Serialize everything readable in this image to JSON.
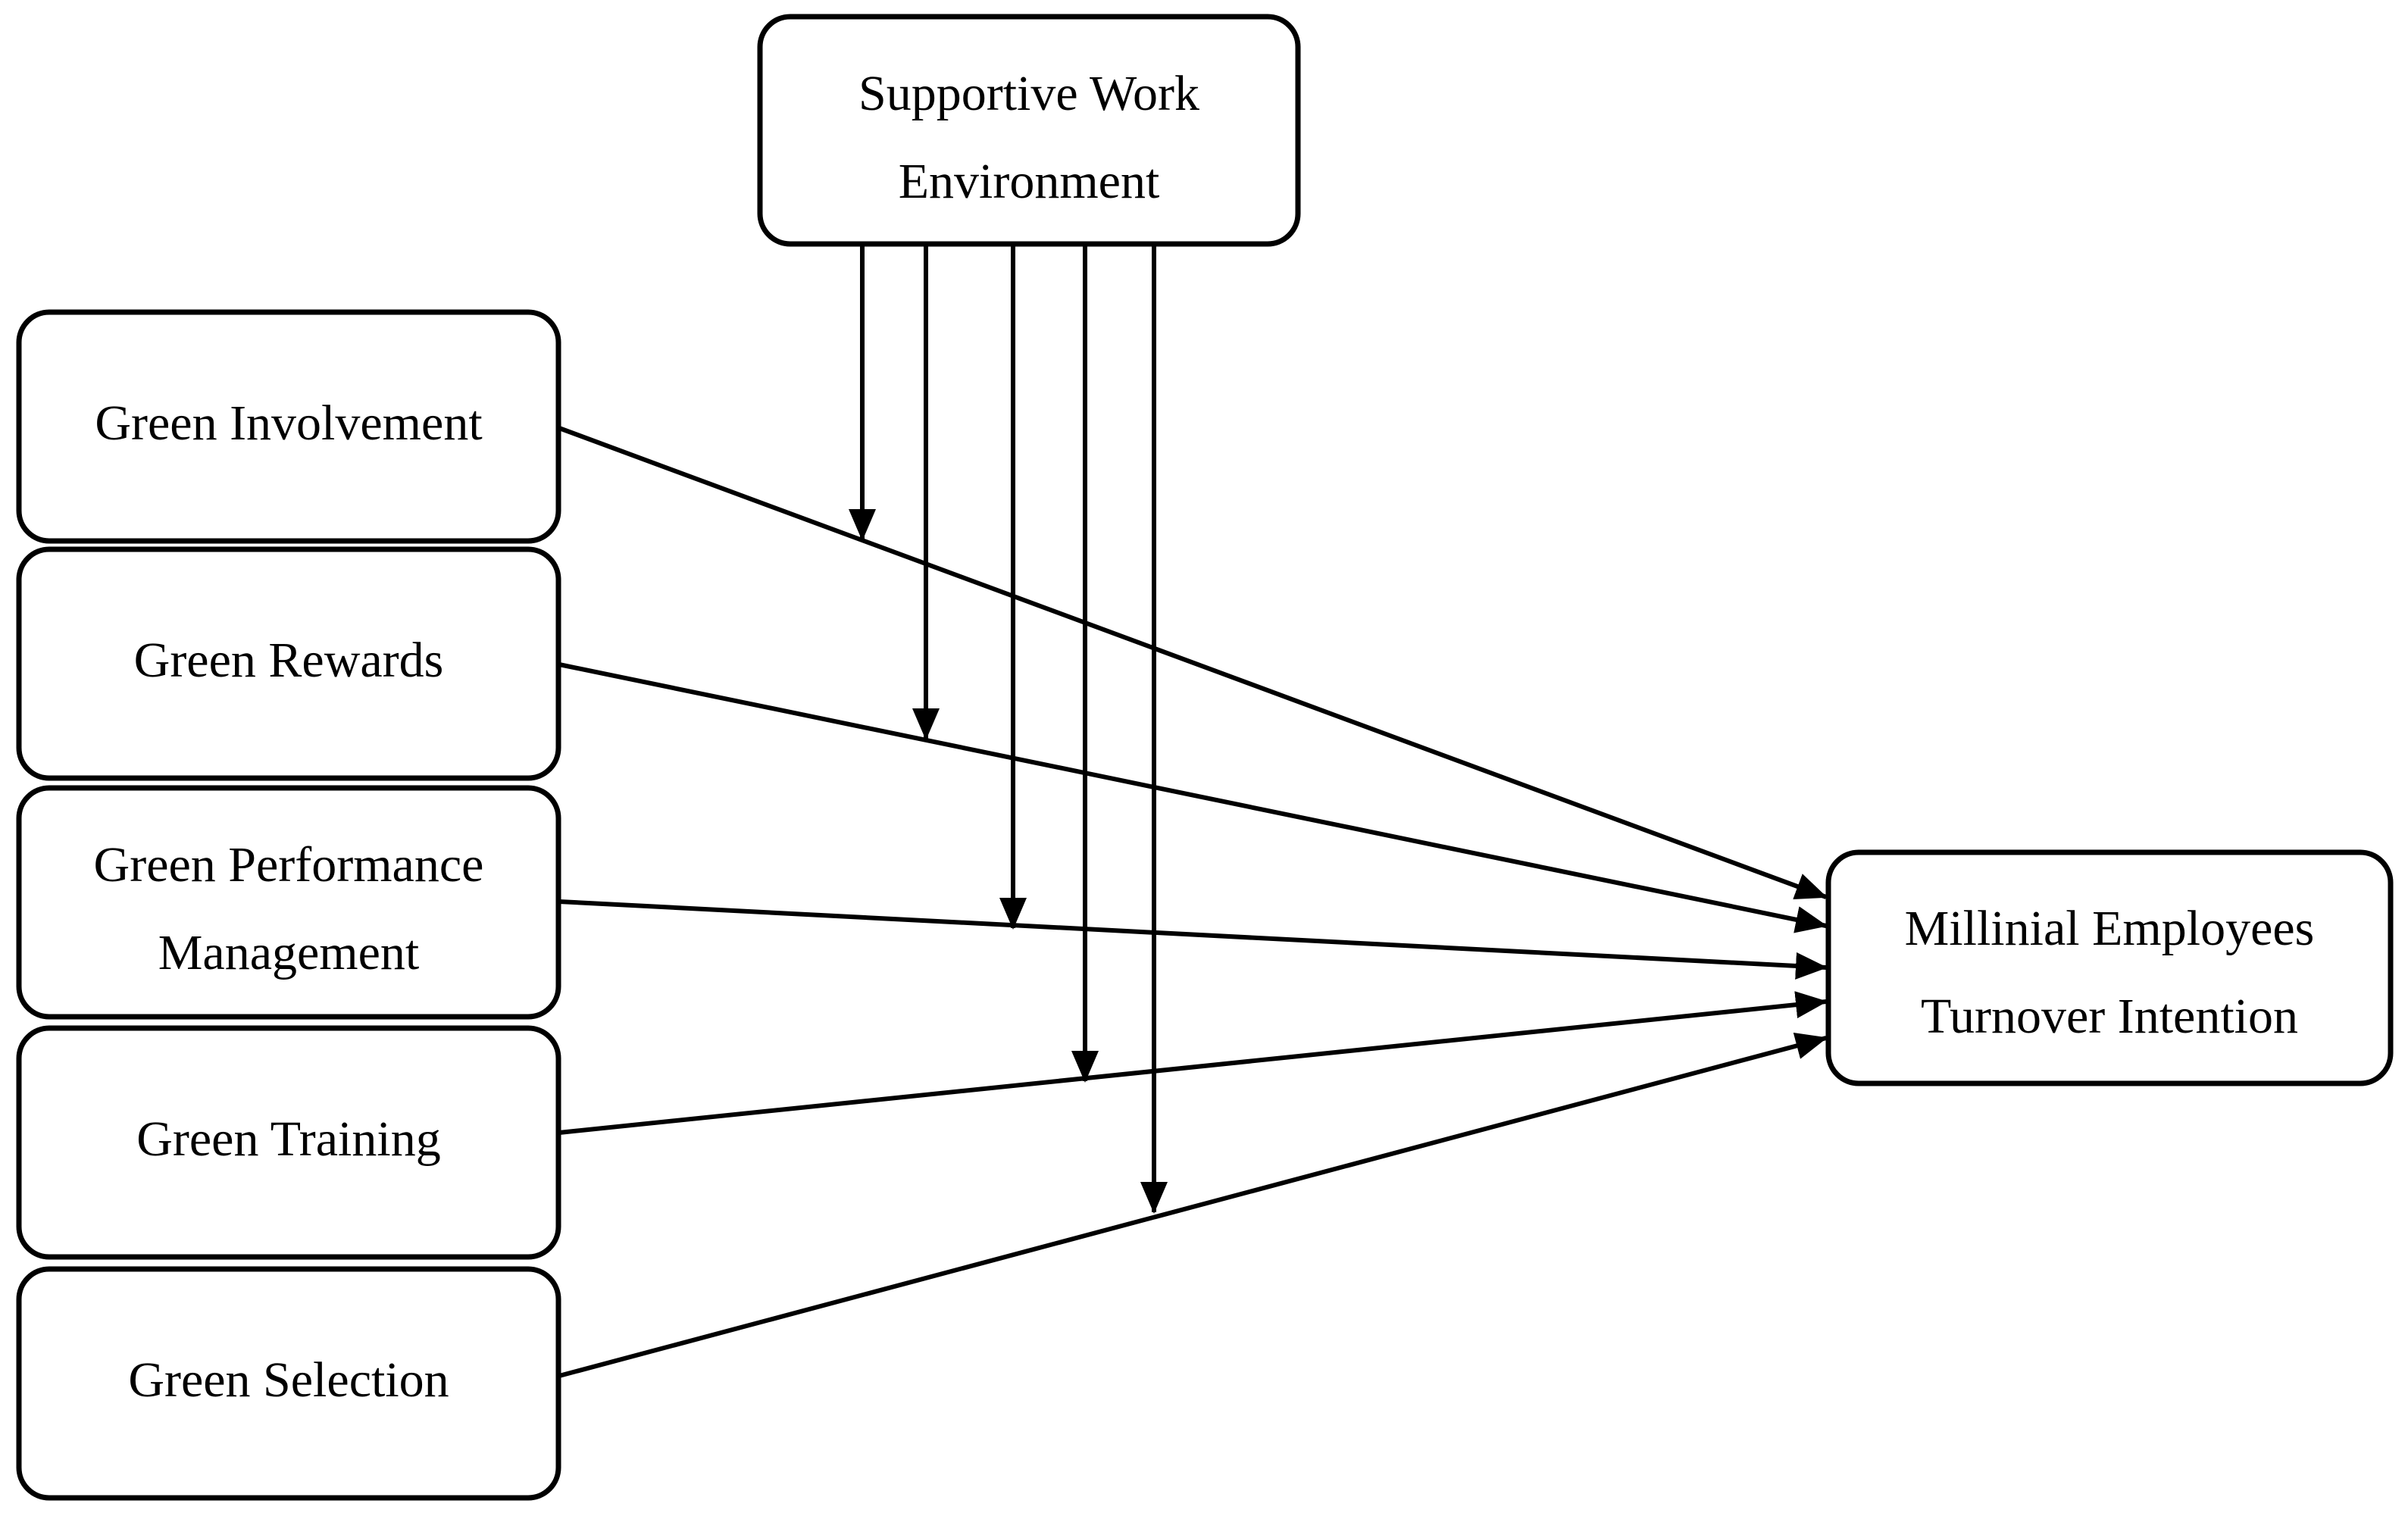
{
  "diagram": {
    "nodes": {
      "supportive_work_environment": {
        "lines": [
          "Supportive Work",
          "Environment"
        ]
      },
      "green_involvement": {
        "lines": [
          "Green Involvement"
        ]
      },
      "green_rewards": {
        "lines": [
          "Green Rewards"
        ]
      },
      "green_performance_management": {
        "lines": [
          "Green Performance",
          "Management"
        ]
      },
      "green_training": {
        "lines": [
          "Green Training"
        ]
      },
      "green_selection": {
        "lines": [
          "Green Selection"
        ]
      },
      "millennial_turnover_intention": {
        "lines": [
          "Millinial Employees",
          "Turnover Intention"
        ]
      }
    },
    "edges": [
      {
        "from": "green_involvement",
        "to": "millennial_turnover_intention"
      },
      {
        "from": "green_rewards",
        "to": "millennial_turnover_intention"
      },
      {
        "from": "green_performance_management",
        "to": "millennial_turnover_intention"
      },
      {
        "from": "green_training",
        "to": "millennial_turnover_intention"
      },
      {
        "from": "green_selection",
        "to": "millennial_turnover_intention"
      }
    ],
    "moderations": [
      {
        "from": "supportive_work_environment",
        "on_edge": "green_involvement -> millennial_turnover_intention"
      },
      {
        "from": "supportive_work_environment",
        "on_edge": "green_rewards -> millennial_turnover_intention"
      },
      {
        "from": "supportive_work_environment",
        "on_edge": "green_performance_management -> millennial_turnover_intention"
      },
      {
        "from": "supportive_work_environment",
        "on_edge": "green_training -> millennial_turnover_intention"
      },
      {
        "from": "supportive_work_environment",
        "on_edge": "green_selection -> millennial_turnover_intention"
      }
    ],
    "colors": {
      "stroke": "#000000",
      "fill": "#ffffff",
      "text": "#000000"
    }
  }
}
